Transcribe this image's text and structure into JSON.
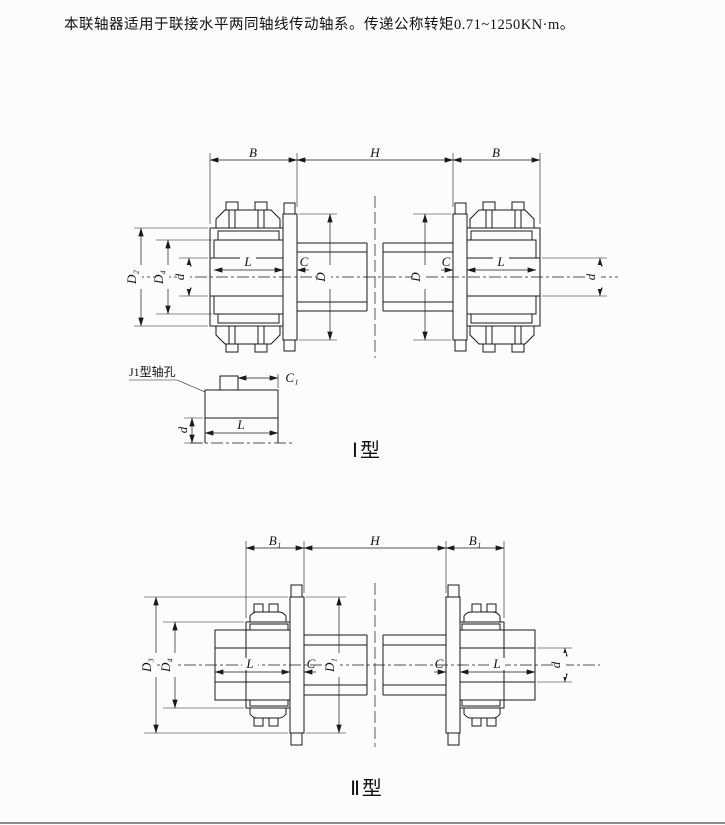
{
  "header": {
    "description": "本联轴器适用于联接水平两同轴线传动轴系。传递公称转矩0.71~1250KN·m。"
  },
  "type1": {
    "caption": "Ⅰ型",
    "detail_label": "J1型轴孔",
    "dims": {
      "B_left": "B",
      "H": "H",
      "B_right": "B",
      "D2": "D₂",
      "D4": "D₄",
      "d_left": "d",
      "L_left": "L",
      "C_left": "C",
      "D_left": "D",
      "D_right": "D",
      "C_right": "C",
      "L_right": "L",
      "d_right": "d",
      "C1": "C₁",
      "detail_d": "d",
      "detail_L": "L"
    }
  },
  "type2": {
    "caption": "Ⅱ型",
    "dims": {
      "B1_left": "B₁",
      "H": "H",
      "B1_right": "B₁",
      "D3": "D₃",
      "D4": "D₄",
      "L_left": "L",
      "C_left": "C",
      "D1": "D₁",
      "C_right": "C",
      "L_right": "L",
      "d": "d"
    }
  }
}
